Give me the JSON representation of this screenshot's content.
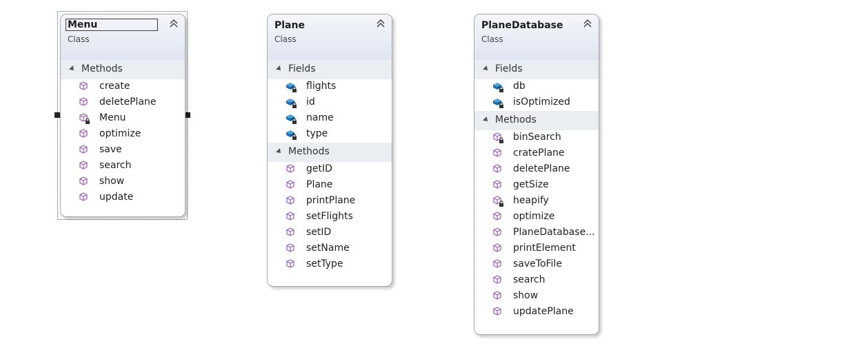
{
  "classes": [
    {
      "name": "Menu",
      "kind": "Class",
      "sections": [
        {
          "label": "Methods",
          "members": [
            {
              "name": "create",
              "icon": "method-icon"
            },
            {
              "name": "deletePlane",
              "icon": "method-icon"
            },
            {
              "name": "Menu",
              "icon": "private-method-icon"
            },
            {
              "name": "optimize",
              "icon": "method-icon"
            },
            {
              "name": "save",
              "icon": "method-icon"
            },
            {
              "name": "search",
              "icon": "method-icon"
            },
            {
              "name": "show",
              "icon": "method-icon"
            },
            {
              "name": "update",
              "icon": "method-icon"
            }
          ]
        }
      ]
    },
    {
      "name": "Plane",
      "kind": "Class",
      "sections": [
        {
          "label": "Fields",
          "members": [
            {
              "name": "flights",
              "icon": "private-field-icon"
            },
            {
              "name": "id",
              "icon": "private-field-icon"
            },
            {
              "name": "name",
              "icon": "private-field-icon"
            },
            {
              "name": "type",
              "icon": "private-field-icon"
            }
          ]
        },
        {
          "label": "Methods",
          "members": [
            {
              "name": "getID",
              "icon": "method-icon"
            },
            {
              "name": "Plane",
              "icon": "method-icon"
            },
            {
              "name": "printPlane",
              "icon": "method-icon"
            },
            {
              "name": "setFlights",
              "icon": "method-icon"
            },
            {
              "name": "setID",
              "icon": "method-icon"
            },
            {
              "name": "setName",
              "icon": "method-icon"
            },
            {
              "name": "setType",
              "icon": "method-icon"
            }
          ]
        }
      ]
    },
    {
      "name": "PlaneDatabase",
      "kind": "Class",
      "sections": [
        {
          "label": "Fields",
          "members": [
            {
              "name": "db",
              "icon": "private-field-icon"
            },
            {
              "name": "isOptimized",
              "icon": "private-field-icon"
            }
          ]
        },
        {
          "label": "Methods",
          "members": [
            {
              "name": "binSearch",
              "icon": "private-method-icon"
            },
            {
              "name": "cratePlane",
              "icon": "method-icon"
            },
            {
              "name": "deletePlane",
              "icon": "method-icon"
            },
            {
              "name": "getSize",
              "icon": "method-icon"
            },
            {
              "name": "heapify",
              "icon": "private-method-icon"
            },
            {
              "name": "optimize",
              "icon": "method-icon"
            },
            {
              "name": "PlaneDatabase...",
              "icon": "method-icon"
            },
            {
              "name": "printElement",
              "icon": "method-icon"
            },
            {
              "name": "saveToFile",
              "icon": "method-icon"
            },
            {
              "name": "search",
              "icon": "method-icon"
            },
            {
              "name": "show",
              "icon": "method-icon"
            },
            {
              "name": "updatePlane",
              "icon": "method-icon"
            }
          ]
        }
      ]
    }
  ],
  "colors": {
    "method_icon": "#9b59b6",
    "field_icon": "#1f6fb2",
    "lock": "#333333"
  }
}
